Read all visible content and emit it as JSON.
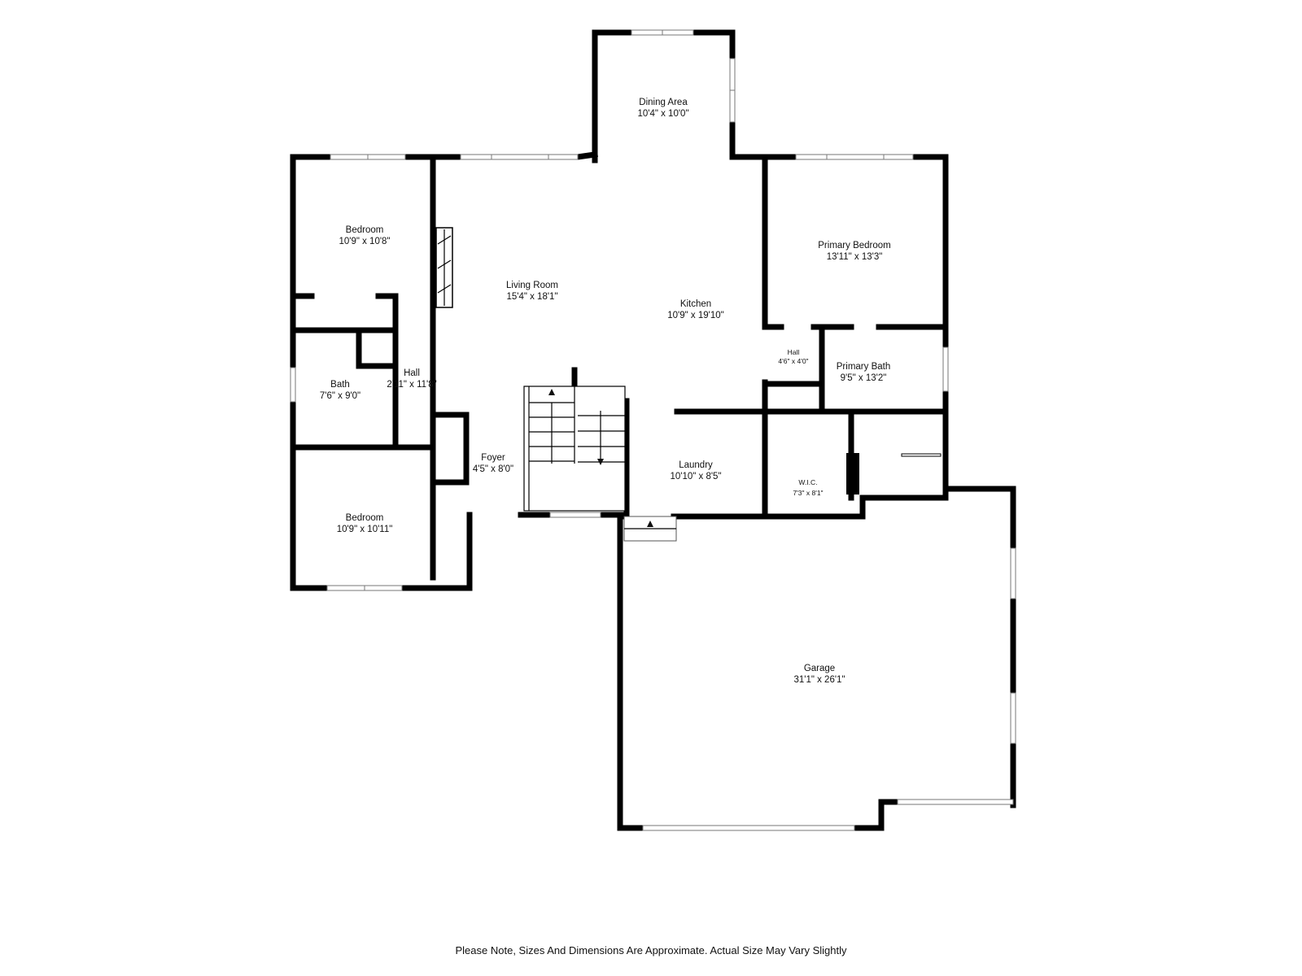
{
  "rooms": [
    {
      "name": "Dining Area",
      "size": "10'4\" x 10'0\""
    },
    {
      "name": "Bedroom",
      "size": "10'9\" x 10'8\""
    },
    {
      "name": "Living Room",
      "size": "15'4\" x 18'1\""
    },
    {
      "name": "Kitchen",
      "size": "10'9\" x 19'10\""
    },
    {
      "name": "Primary Bedroom",
      "size": "13'11\" x 13'3\""
    },
    {
      "name": "Hall",
      "size": "4'6\" x 4'0\""
    },
    {
      "name": "Primary Bath",
      "size": "9'5\" x 13'2\""
    },
    {
      "name": "Bath",
      "size": "7'6\" x 9'0\""
    },
    {
      "name": "Hall",
      "size": "2'11\" x 11'8\""
    },
    {
      "name": "Foyer",
      "size": "4'5\" x 8'0\""
    },
    {
      "name": "Laundry",
      "size": "10'10\" x 8'5\""
    },
    {
      "name": "W.I.C.",
      "size": "7'3\" x 8'1\""
    },
    {
      "name": "Bedroom",
      "size": "10'9\" x 10'11\""
    },
    {
      "name": "Garage",
      "size": "31'1\" x 26'1\""
    }
  ],
  "footer_note": "Please Note, Sizes And Dimensions Are Approximate. Actual Size May Vary Slightly",
  "colors": {
    "wall": "#000000",
    "window": "#777777",
    "background": "#ffffff"
  }
}
